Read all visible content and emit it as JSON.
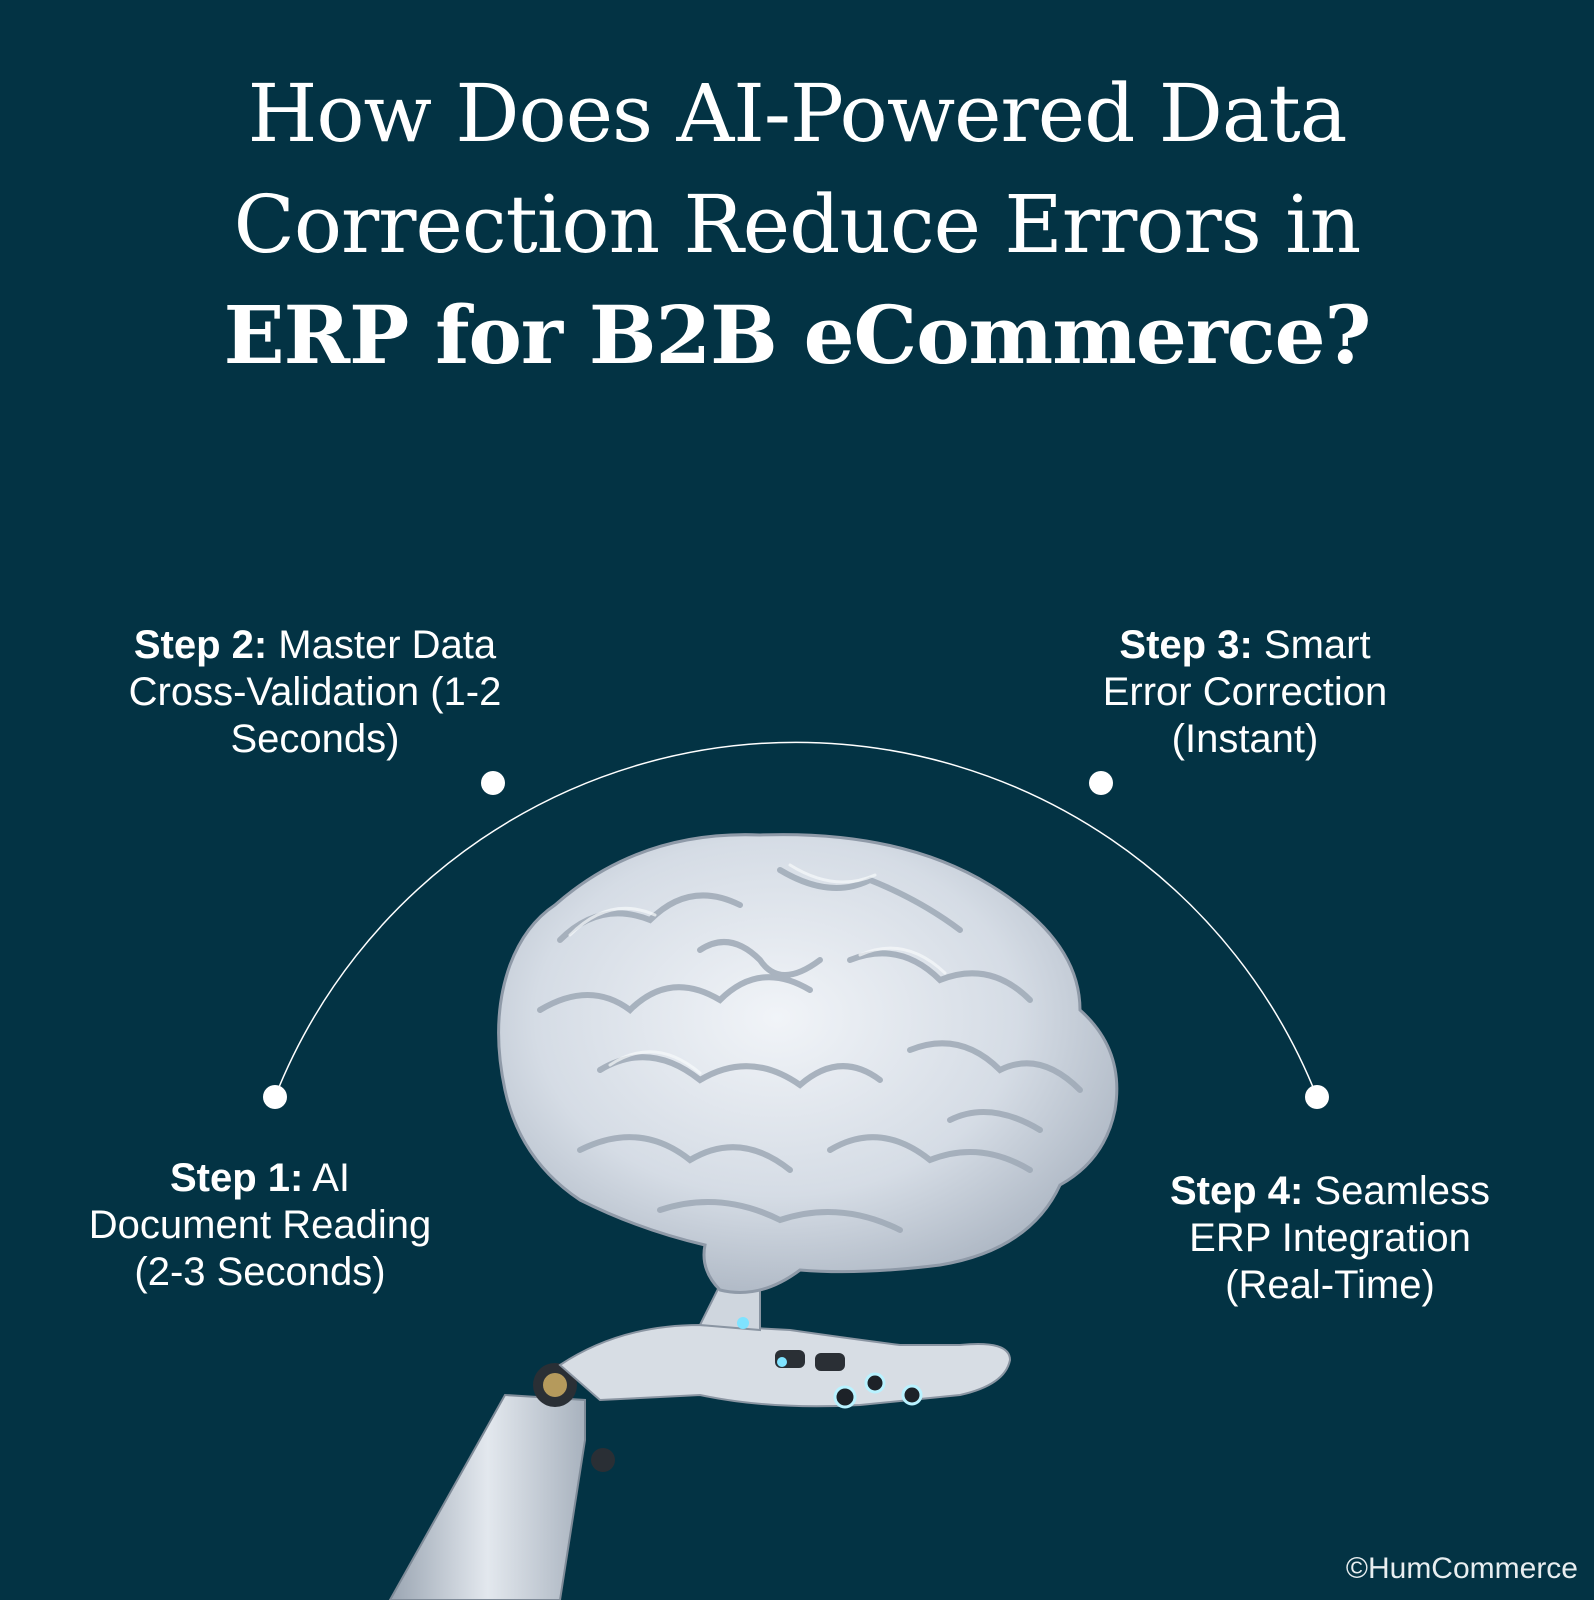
{
  "title": {
    "line1": "How Does AI-Powered Data",
    "line2": "Correction Reduce Errors in",
    "line3": "ERP for B2B eCommerce?"
  },
  "steps": [
    {
      "label": "Step 1:",
      "text_lines": [
        " AI",
        "Document Reading",
        "(2-3 Seconds)"
      ]
    },
    {
      "label": "Step 2:",
      "text_lines": [
        " Master Data",
        "Cross-Validation (1-2",
        "Seconds)"
      ]
    },
    {
      "label": "Step 3:",
      "text_lines": [
        " Smart",
        "Error Correction",
        "(Instant)"
      ]
    },
    {
      "label": "Step 4:",
      "text_lines": [
        " Seamless",
        "ERP Integration",
        "(Real-Time)"
      ]
    }
  ],
  "copyright": "©HumCommerce",
  "colors": {
    "background": "#033344",
    "text": "#ffffff",
    "brain": "#d8dee6",
    "robot": "#c9d0d8"
  },
  "icons": [
    "brain-illustration",
    "robot-hand-illustration"
  ]
}
